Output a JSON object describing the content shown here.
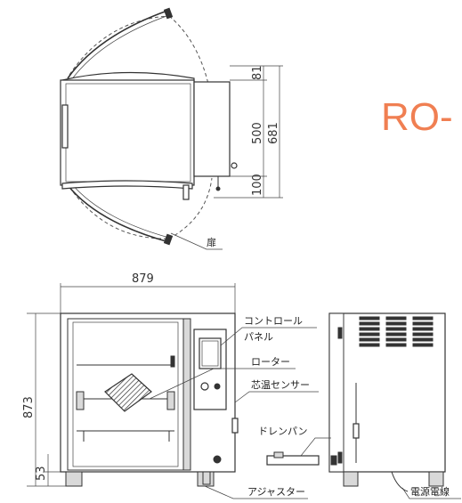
{
  "model_label": "RO-",
  "dimensions": {
    "top_flange_depth": "81",
    "body_depth": "500",
    "total_depth": "681",
    "bottom_flange_depth": "100",
    "width": "879",
    "height": "873",
    "leg_height": "53"
  },
  "callouts": {
    "door": "扉",
    "control_panel_line1": "コントロール",
    "control_panel_line2": "パネル",
    "rotor": "ローター",
    "core_temp_sensor": "芯温センサー",
    "drain_pan": "ドレンパン",
    "adjuster": "アジャスター",
    "power_cord": "電源電線"
  },
  "colors": {
    "accent": "#f07f52",
    "line": "#333333"
  }
}
